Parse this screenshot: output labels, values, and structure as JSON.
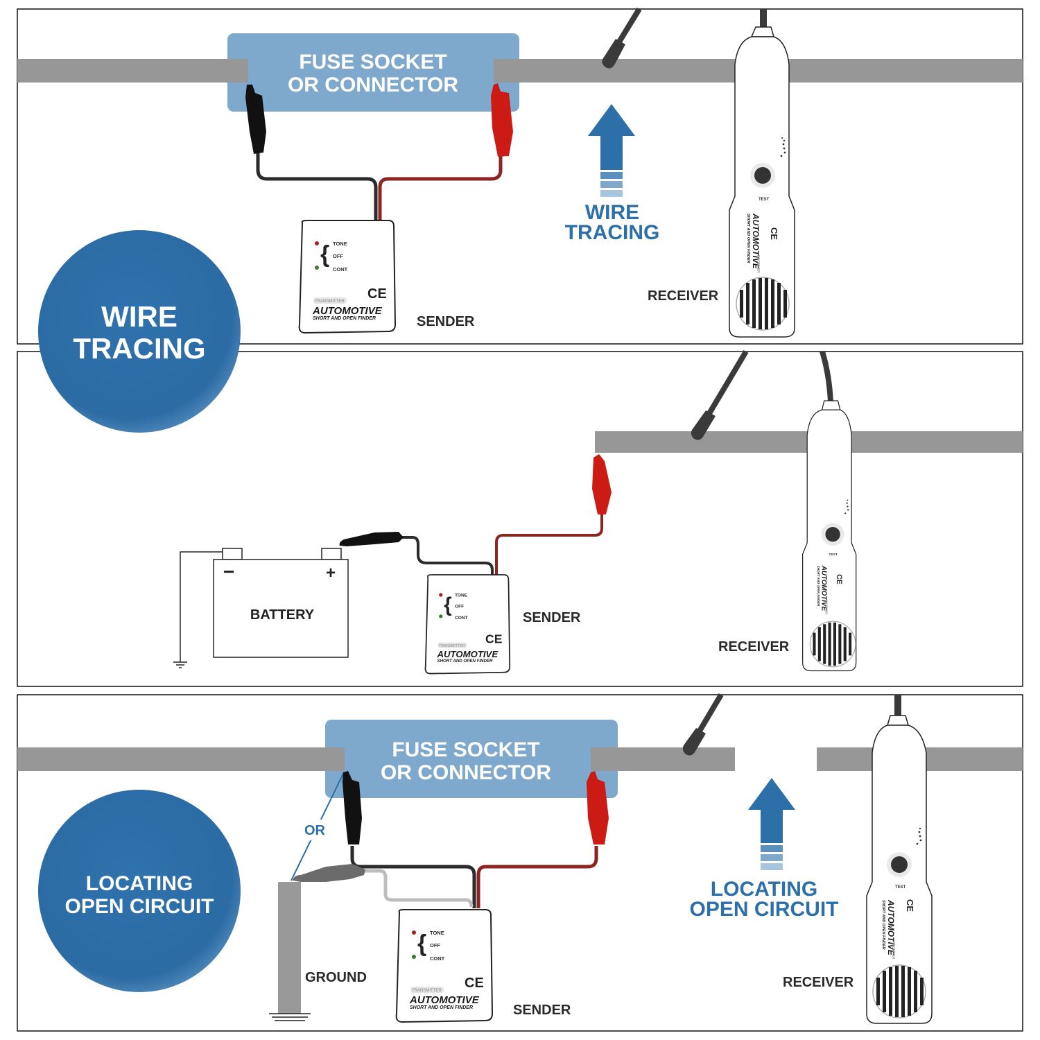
{
  "colors": {
    "brand_blue": "#2d6fa8",
    "connector_blue": "#7ea9cc",
    "wire_gray": "#979797",
    "clip_red": "#cc1b14",
    "clip_black": "#111111",
    "wire_red": "#8e2420",
    "wire_black": "#2b2b2b",
    "ground_gray": "#999999"
  },
  "panels": [
    {
      "id": "wire-tracing",
      "connector_label": [
        "FUSE SOCKET",
        "OR CONNECTOR"
      ],
      "arrow_label": [
        "WIRE",
        "TRACING"
      ],
      "sender_label": "SENDER",
      "receiver_label": "RECEIVER"
    },
    {
      "id": "battery",
      "battery_label": "BATTERY",
      "battery_neg": "−",
      "battery_pos": "+",
      "sender_label": "SENDER",
      "receiver_label": "RECEIVER"
    },
    {
      "id": "open-circuit",
      "connector_label": [
        "FUSE SOCKET",
        "OR CONNECTOR"
      ],
      "or_label": "OR",
      "ground_label": "GROUND",
      "arrow_label": [
        "LOCATING",
        "OPEN CIRCUIT"
      ],
      "sender_label": "SENDER",
      "receiver_label": "RECEIVER"
    }
  ],
  "badges": [
    {
      "lines": [
        "WIRE",
        "TRACING"
      ]
    },
    {
      "lines": [
        "LOCATING",
        "OPEN CIRCUIT"
      ]
    }
  ],
  "transmitter": {
    "modes": [
      "TONE",
      "OFF",
      "CONT"
    ],
    "tag": "TRANSMITTER",
    "brand": "AUTOMOTIVE",
    "subtitle": "SHORT AND OPEN FINDER",
    "mark": "CE"
  },
  "receiver": {
    "tag": "RECEIVER",
    "brand": "AUTOMOTIVE",
    "subtitle": "SHORT AND OPEN FINDER",
    "mark": "CE",
    "button_label": "TEST",
    "dial_label": "OFF"
  }
}
